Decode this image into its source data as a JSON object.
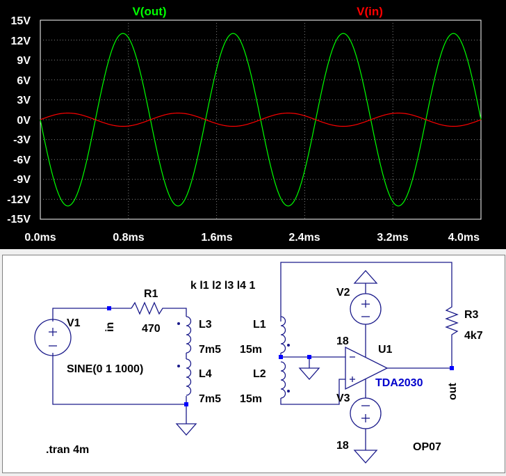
{
  "plot": {
    "background": "#000000",
    "grid_color": "#808080",
    "legend": [
      {
        "text": "V(out)",
        "color": "#00ff00"
      },
      {
        "text": "V(in)",
        "color": "#ff0000"
      }
    ],
    "y_ticks": [
      "15V",
      "12V",
      "9V",
      "6V",
      "3V",
      "0V",
      "-3V",
      "-6V",
      "-9V",
      "-12V",
      "-15V"
    ],
    "x_ticks": [
      "0.0ms",
      "0.8ms",
      "1.6ms",
      "2.4ms",
      "3.2ms",
      "4.0ms"
    ]
  },
  "chart_data": {
    "type": "line",
    "xlim": [
      0,
      4.0
    ],
    "ylim": [
      -15,
      15
    ],
    "grid": true,
    "x_unit": "ms",
    "y_unit": "V",
    "series": [
      {
        "name": "V(out)",
        "color": "#00ff00",
        "amplitude": 13,
        "frequency_hz": 1000,
        "phase_deg": 180
      },
      {
        "name": "V(in)",
        "color": "#ff0000",
        "amplitude": 1,
        "frequency_hz": 1000,
        "phase_deg": 0
      }
    ]
  },
  "schematic": {
    "v1": "V1",
    "sine": "SINE(0 1 1000)",
    "r1": "R1",
    "r1_value": "470",
    "net_in": "in",
    "l3": "L3",
    "l3_value": "7m5",
    "l4": "L4",
    "l4_value": "7m5",
    "coupling": "k l1 l2 l3 l4 1",
    "l1": "L1",
    "l1_value": "15m",
    "l2": "L2",
    "l2_value": "15m",
    "v2": "V2",
    "v2_value": "18",
    "v3": "V3",
    "v3_value": "18",
    "u1": "U1",
    "u1_model": "TDA2030",
    "r3": "R3",
    "r3_value": "4k7",
    "net_out": "out",
    "tran": ".tran 4m",
    "op07": "OP07"
  }
}
